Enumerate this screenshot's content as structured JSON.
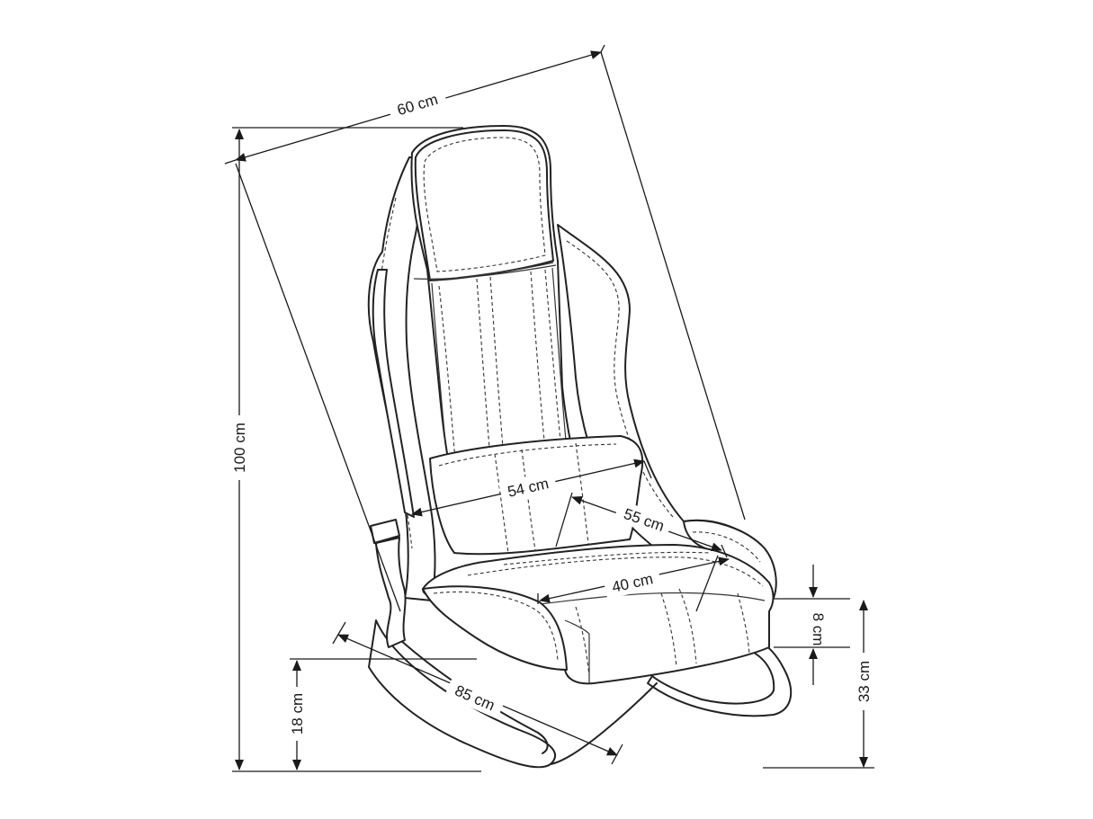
{
  "diagram": {
    "subject": "rocking gaming chair",
    "line_color": "#1a1a1a",
    "background": "#ffffff"
  },
  "dimensions": {
    "depth_top": "60 cm",
    "height_total": "100 cm",
    "seat_width": "54 cm",
    "seat_depth": "55 cm",
    "seat_inner_width": "40 cm",
    "cushion_thickness": "8 cm",
    "seat_height": "33 cm",
    "rocker_length": "85 cm",
    "rocker_height": "18 cm"
  }
}
